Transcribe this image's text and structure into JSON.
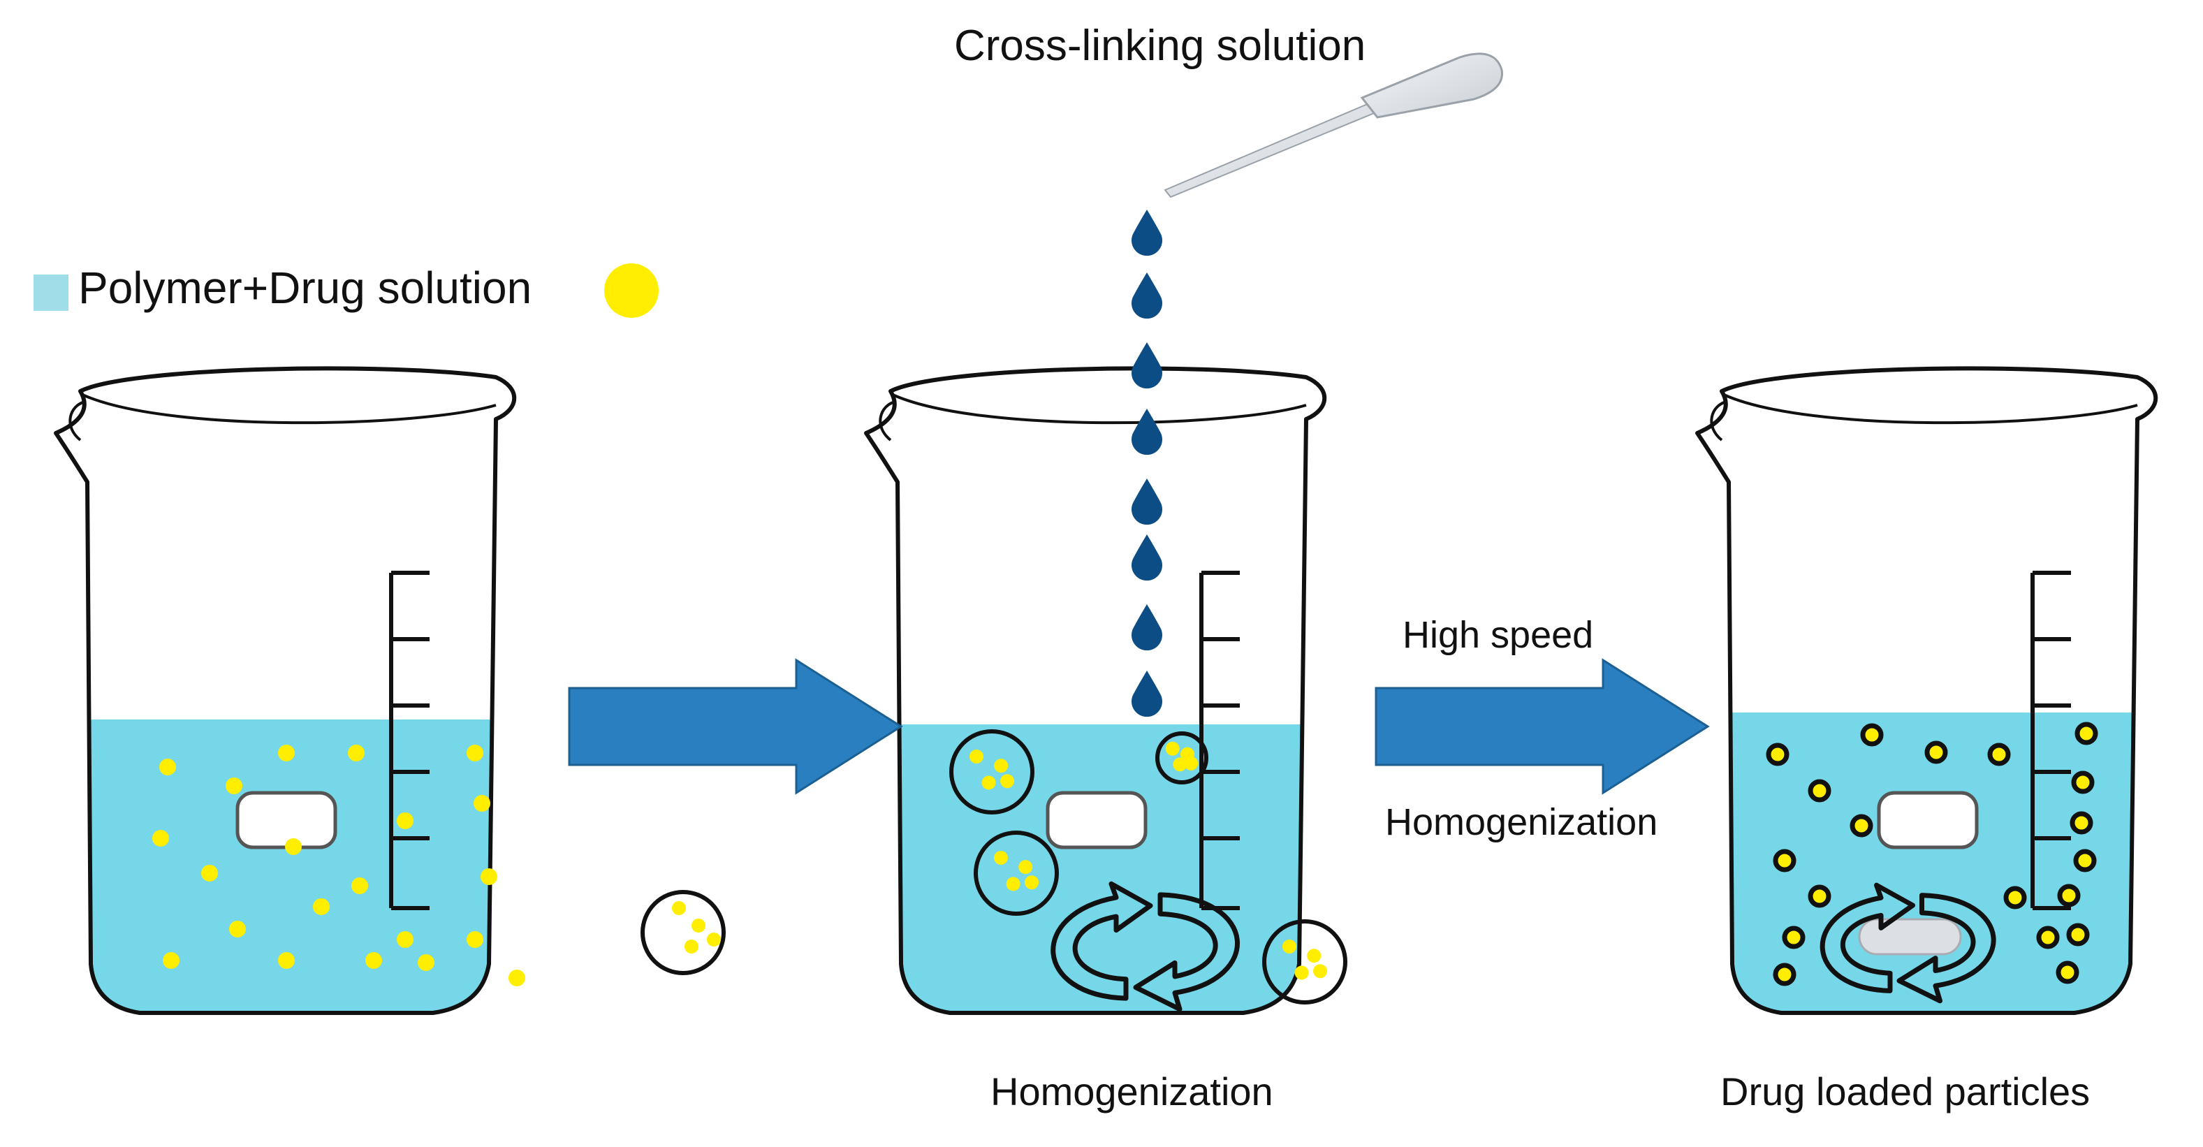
{
  "labels": {
    "cross_linking": "Cross-linking solution",
    "legend": "Polymer+Drug solution",
    "high_speed": "High speed",
    "homogenization_arrow": "Homogenization",
    "homogenization_caption": "Homogenization",
    "drug_loaded": "Drug loaded particles"
  },
  "colors": {
    "solution": "#76d7e8",
    "legend_swatch": "#9fdde9",
    "drug": "#ffee00",
    "arrow": "#2a7fc1",
    "droplet": "#0d4d86",
    "outline": "#111111"
  },
  "icons": {
    "beakers": "beaker-icon",
    "pipette": "pipette-icon",
    "droplets": "droplet-icon",
    "stirrer": "magnetic-stir-bar-icon",
    "rotation": "rotation-arrows-icon"
  }
}
